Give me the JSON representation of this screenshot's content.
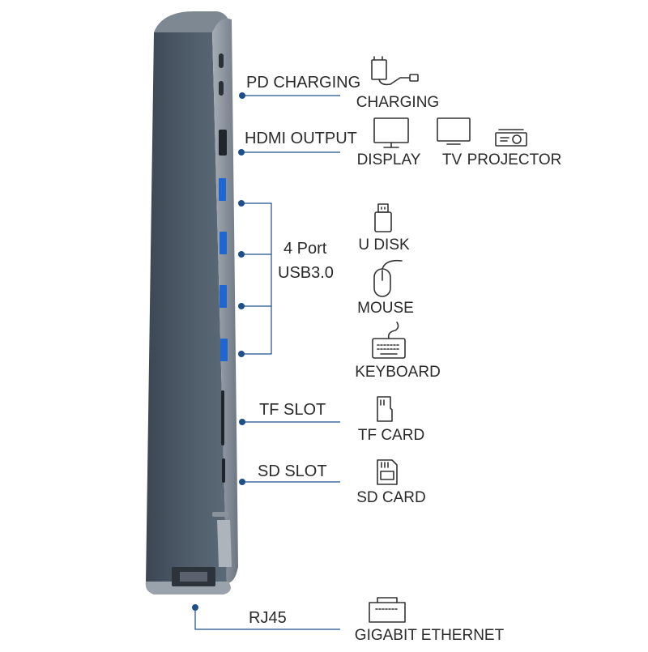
{
  "colors": {
    "line": "#1f4f8a",
    "hub_body": "#4c5966",
    "usb_blue": "#1e66d0",
    "icon_stroke": "#333333"
  },
  "ports": [
    {
      "label": "PD CHARGING",
      "devices": [
        {
          "label": "CHARGING",
          "icon": "charger-icon"
        }
      ]
    },
    {
      "label": "HDMI OUTPUT",
      "devices": [
        {
          "label": "DISPLAY",
          "icon": "monitor-icon"
        },
        {
          "label": "TV",
          "icon": "tv-icon"
        },
        {
          "label": "PROJECTOR",
          "icon": "projector-icon"
        }
      ]
    },
    {
      "label_line1": "4 Port",
      "label_line2": "USB3.0",
      "devices": [
        {
          "label": "U DISK",
          "icon": "usb-drive-icon"
        },
        {
          "label": "MOUSE",
          "icon": "mouse-icon"
        },
        {
          "label": "KEYBOARD",
          "icon": "keyboard-icon"
        }
      ]
    },
    {
      "label": "TF SLOT",
      "devices": [
        {
          "label": "TF CARD",
          "icon": "tf-card-icon"
        }
      ]
    },
    {
      "label": "SD SLOT",
      "devices": [
        {
          "label": "SD CARD",
          "icon": "sd-card-icon"
        }
      ]
    },
    {
      "label": "RJ45",
      "devices": [
        {
          "label": "GIGABIT ETHERNET",
          "icon": "ethernet-port-icon"
        }
      ]
    }
  ]
}
